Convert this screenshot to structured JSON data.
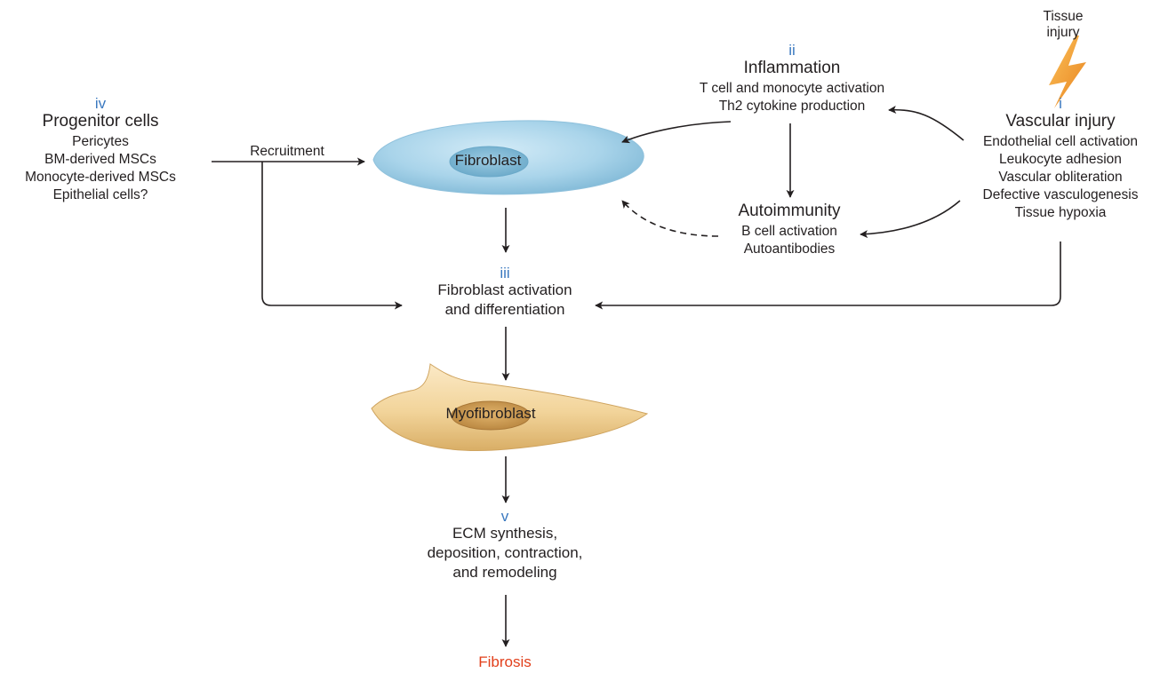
{
  "trigger": {
    "label_line1": "Tissue",
    "label_line2": "injury"
  },
  "vascular_injury": {
    "numeral": "i",
    "title": "Vascular injury",
    "items": [
      "Endothelial cell activation",
      "Leukocyte adhesion",
      "Vascular obliteration",
      "Defective vasculogenesis",
      "Tissue hypoxia"
    ]
  },
  "inflammation": {
    "numeral": "ii",
    "title": "Inflammation",
    "items": [
      "T cell and monocyte activation",
      "Th2 cytokine production"
    ]
  },
  "fibroblast_activation": {
    "numeral": "iii",
    "line1": "Fibroblast activation",
    "line2": "and differentiation"
  },
  "progenitor_cells": {
    "numeral": "iv",
    "title": "Progenitor cells",
    "items": [
      "Pericytes",
      "BM-derived MSCs",
      "Monocyte-derived MSCs",
      "Epithelial cells?"
    ]
  },
  "ecm": {
    "numeral": "v",
    "lines": [
      "ECM synthesis,",
      "deposition, contraction,",
      "and remodeling"
    ]
  },
  "autoimmunity": {
    "title": "Autoimmunity",
    "items": [
      "B cell activation",
      "Autoantibodies"
    ]
  },
  "recruitment_label": "Recruitment",
  "fibroblast_label": "Fibroblast",
  "myofibroblast_label": "Myofibroblast",
  "outcome": {
    "label": "Fibrosis",
    "color": "#e2401c"
  },
  "colors": {
    "numeral": "#3b79c0",
    "arrow": "#231f20",
    "fibroblast_fill": "#a9d4ea",
    "myofibroblast_fill": "#f2d49a",
    "lightning": "#f29a2e"
  }
}
